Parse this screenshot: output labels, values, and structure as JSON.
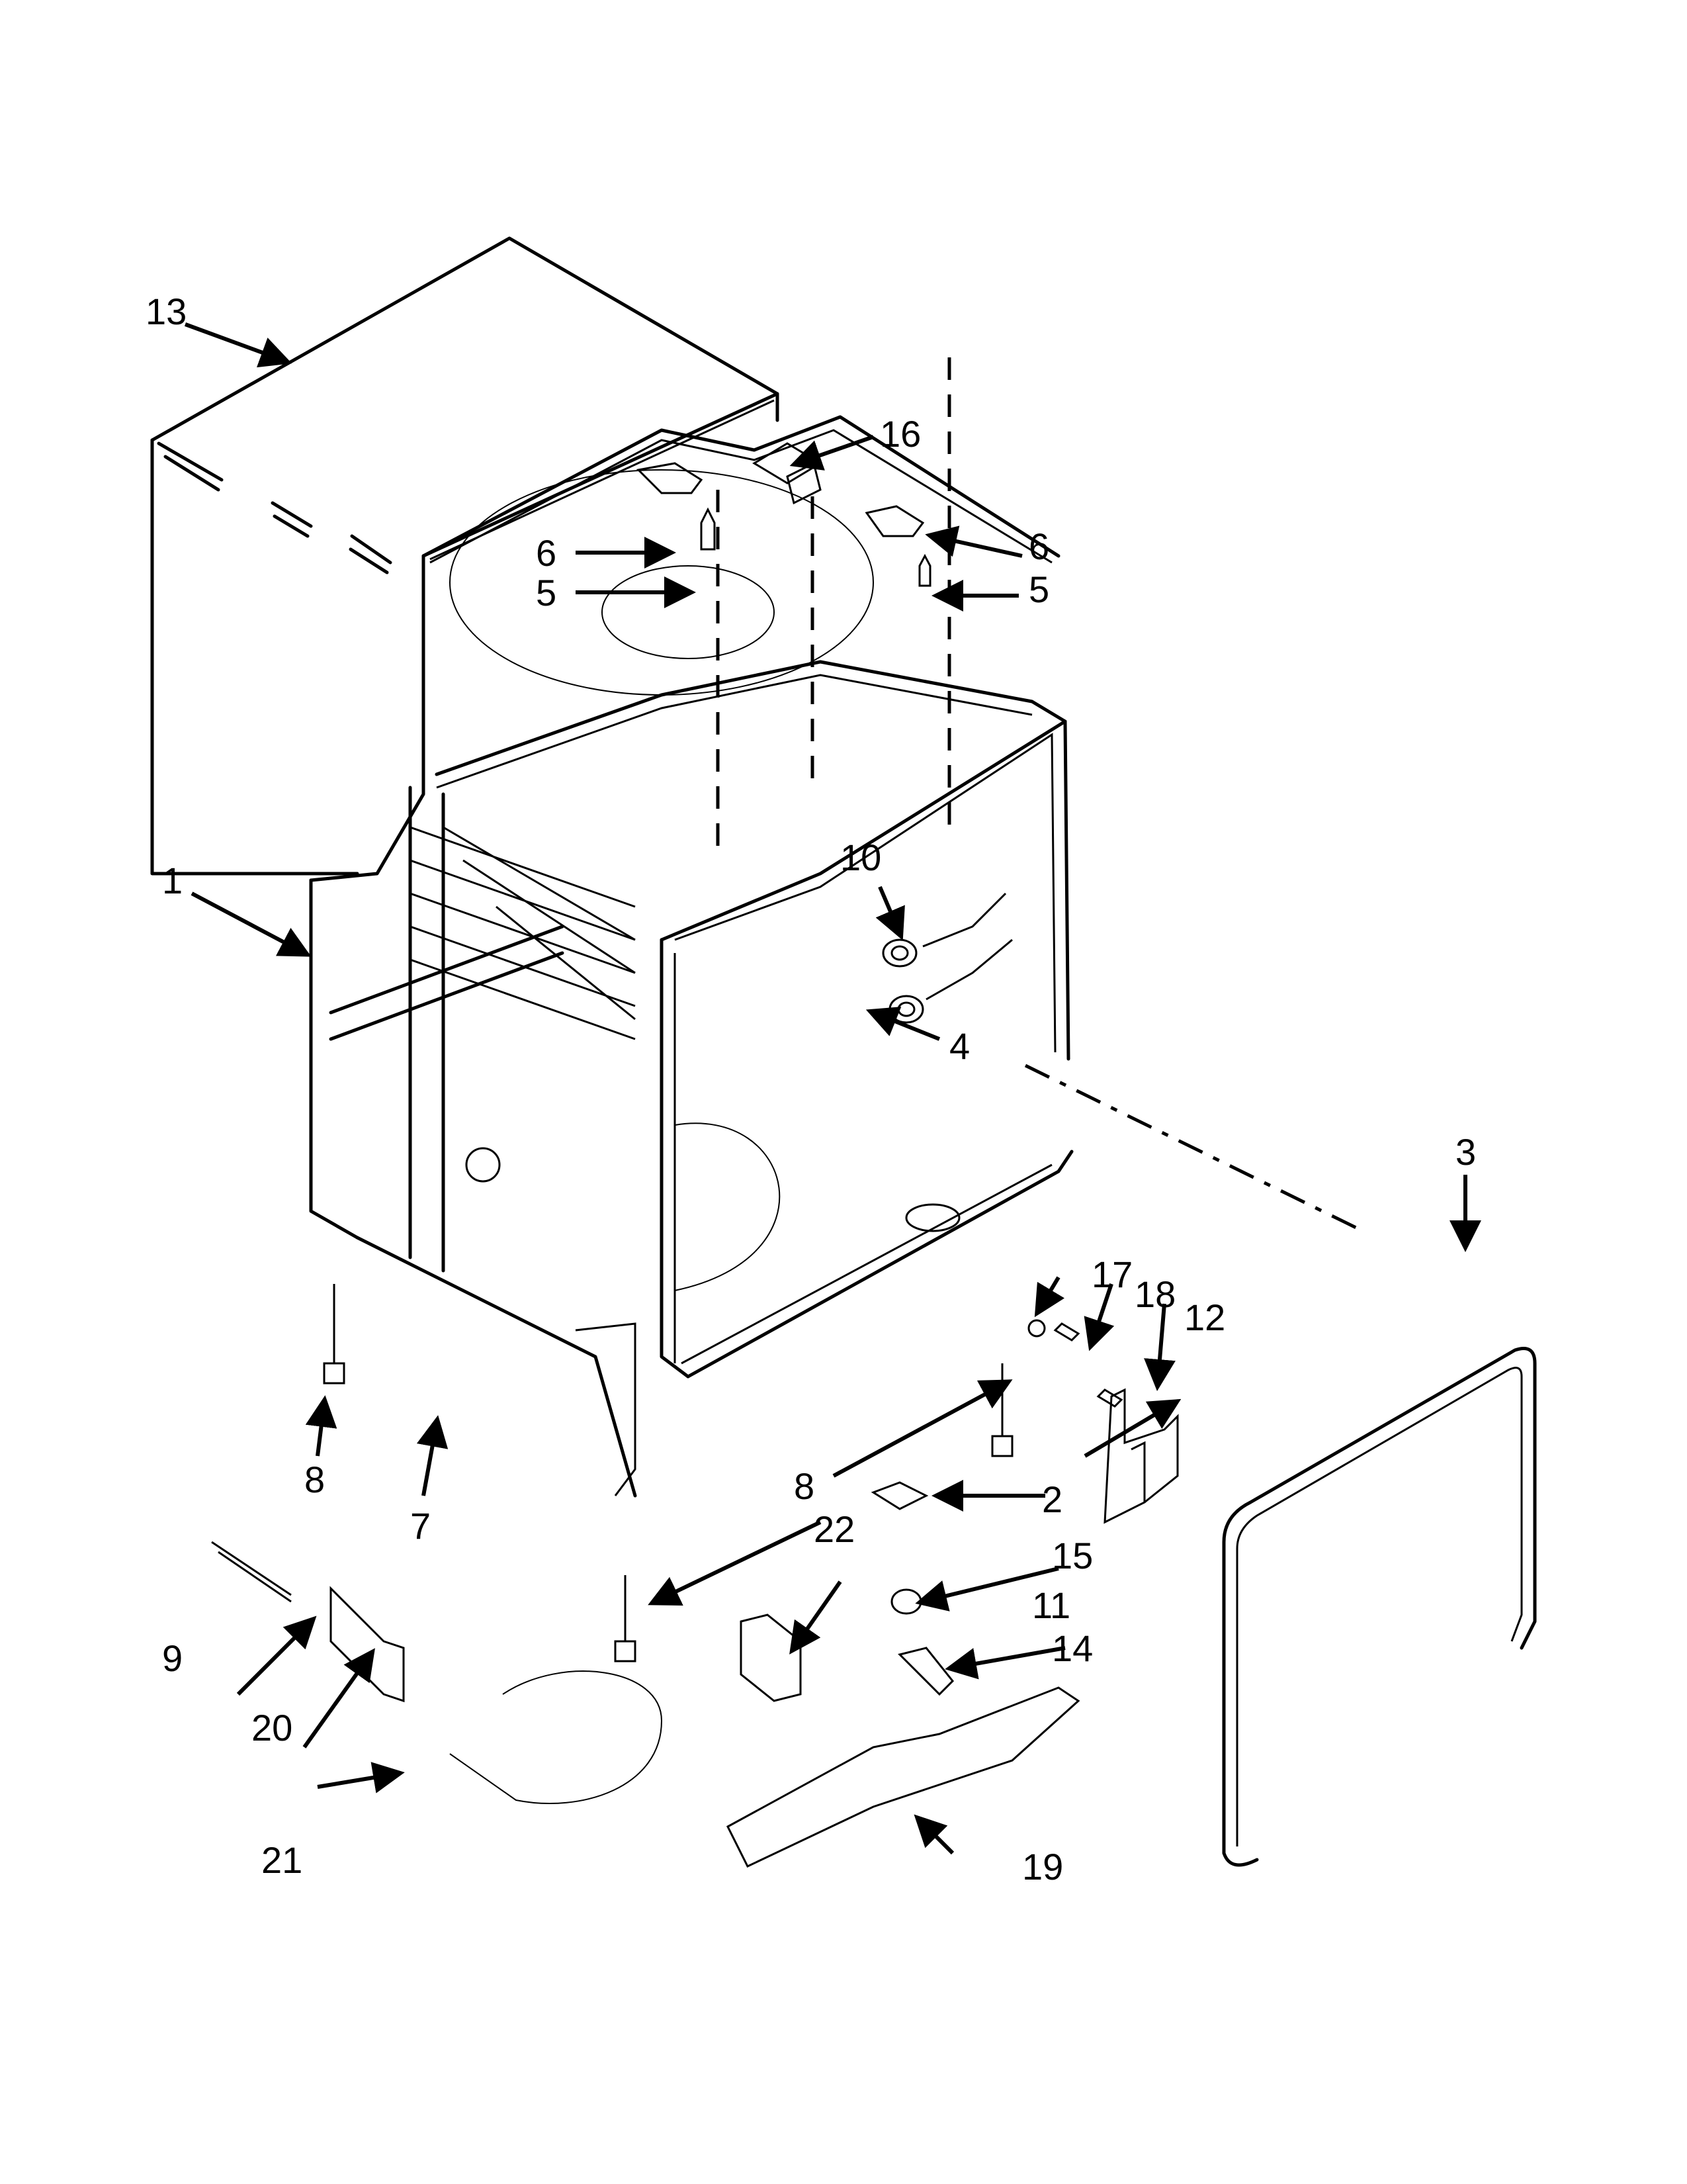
{
  "diagram": {
    "type": "exploded-parts-view",
    "subject": "dishwasher tub assembly",
    "callouts": [
      {
        "id": "1",
        "label": "1"
      },
      {
        "id": "2",
        "label": "2"
      },
      {
        "id": "3",
        "label": "3"
      },
      {
        "id": "4",
        "label": "4"
      },
      {
        "id": "5a",
        "label": "5"
      },
      {
        "id": "5b",
        "label": "5"
      },
      {
        "id": "6a",
        "label": "6"
      },
      {
        "id": "6b",
        "label": "6"
      },
      {
        "id": "7",
        "label": "7"
      },
      {
        "id": "8a",
        "label": "8"
      },
      {
        "id": "8b",
        "label": "8"
      },
      {
        "id": "9",
        "label": "9"
      },
      {
        "id": "10",
        "label": "10"
      },
      {
        "id": "11",
        "label": "11"
      },
      {
        "id": "12",
        "label": "12"
      },
      {
        "id": "13",
        "label": "13"
      },
      {
        "id": "14",
        "label": "14"
      },
      {
        "id": "15",
        "label": "15"
      },
      {
        "id": "16",
        "label": "16"
      },
      {
        "id": "17",
        "label": "17"
      },
      {
        "id": "18",
        "label": "18"
      },
      {
        "id": "19",
        "label": "19"
      },
      {
        "id": "20",
        "label": "20"
      },
      {
        "id": "21",
        "label": "21"
      },
      {
        "id": "22",
        "label": "22"
      }
    ]
  }
}
